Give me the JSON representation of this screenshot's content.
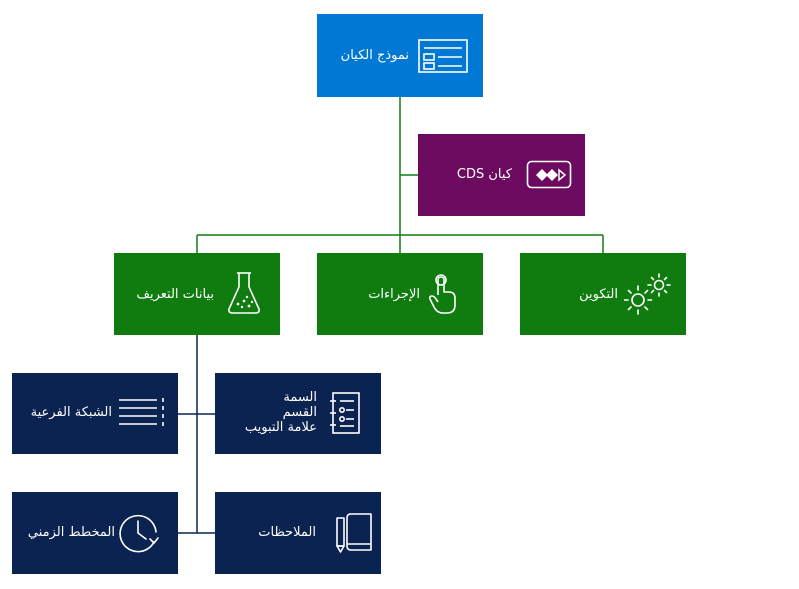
{
  "diagram": {
    "root": {
      "label": "نموذج الكيان",
      "icon": "form-layout-icon",
      "color": "#0078d4"
    },
    "cds": {
      "label": "كيان CDS",
      "icon": "power-apps-icon",
      "color": "#6b0a5f"
    },
    "definition": {
      "label": "بيانات التعريف",
      "icon": "flask-icon",
      "color": "#107c10"
    },
    "actions": {
      "label": "الإجراءات",
      "icon": "touch-hand-icon",
      "color": "#107c10"
    },
    "configuration": {
      "label": "التكوين",
      "icon": "gears-icon",
      "color": "#107c10"
    },
    "subgrid": {
      "label": "الشبكة الفرعية",
      "icon": "list-lines-icon",
      "color": "#0b2350"
    },
    "form_parts": {
      "lines": [
        "السمة",
        "القسم",
        "علامة التبويب"
      ],
      "icon": "notebook-list-icon",
      "color": "#0b2350"
    },
    "timeline": {
      "label": "المخطط الزمني",
      "icon": "clock-icon",
      "color": "#0b2350"
    },
    "notes": {
      "label": "الملاحظات",
      "icon": "book-pencil-icon",
      "color": "#0b2350"
    },
    "connector_colors": {
      "green": "#107c10",
      "navy": "#0b2350"
    }
  }
}
